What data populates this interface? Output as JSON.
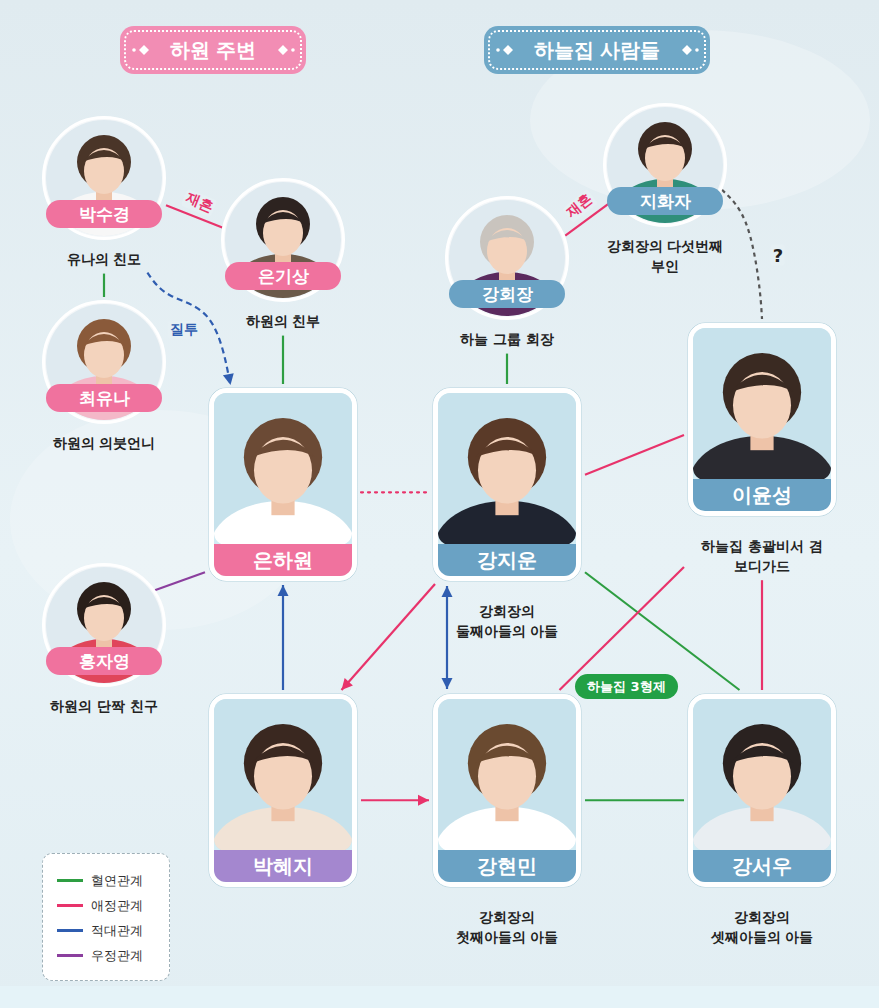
{
  "diagram": {
    "nodes": [
      {
        "text": [
          "하원 주변"
        ]
      },
      {
        "text": [
          "하늘집 사람들"
        ]
      },
      {
        "text": [
          "박수경",
          "유나의 친모"
        ]
      },
      {
        "text": [
          "지화자",
          "강회장의 다섯번째 부인"
        ]
      },
      {
        "text": [
          "은기상",
          "하원의 친부"
        ]
      },
      {
        "text": [
          "강회장",
          "하늘 그룹 회장"
        ]
      },
      {
        "text": [
          "최유나",
          "하원의 의붓언니"
        ]
      },
      {
        "text": [
          "이윤성",
          "하늘집 총괄비서 겸 보디가드"
        ]
      },
      {
        "text": [
          "은하원"
        ]
      },
      {
        "text": [
          "강지운",
          "강회장의 둘째아들의 아들"
        ]
      },
      {
        "text": [
          "홍자영",
          "하원의 단짝 친구"
        ]
      },
      {
        "text": [
          "하늘집 3형제"
        ]
      },
      {
        "text": [
          "박혜지"
        ]
      },
      {
        "text": [
          "강현민",
          "강회장의 첫째아들의 아들"
        ]
      },
      {
        "text": [
          "강서우",
          "강회장의 셋째아들의 아들"
        ]
      }
    ],
    "edges": [
      {
        "from": 2,
        "to": 4,
        "label": "재혼",
        "arrow": "none"
      },
      {
        "from": 5,
        "to": 3,
        "label": "재혼",
        "arrow": "none"
      },
      {
        "from": 2,
        "to": 6,
        "arrow": "none"
      },
      {
        "from": 2,
        "to": 8,
        "label": "질투",
        "arrow": "to"
      },
      {
        "from": 4,
        "to": 8,
        "arrow": "none"
      },
      {
        "from": 5,
        "to": 9,
        "arrow": "none"
      },
      {
        "from": 3,
        "to": 7,
        "label": "?",
        "arrow": "none"
      },
      {
        "from": 8,
        "to": 9,
        "arrow": "none"
      },
      {
        "from": 9,
        "to": 7,
        "arrow": "none"
      },
      {
        "from": 10,
        "to": 8,
        "arrow": "none"
      },
      {
        "from": 9,
        "to": 12,
        "arrow": "to"
      },
      {
        "from": 9,
        "to": 13,
        "arrow": "both"
      },
      {
        "from": 12,
        "to": 8,
        "arrow": "to"
      },
      {
        "from": 9,
        "to": 14,
        "arrow": "none"
      },
      {
        "from": 13,
        "to": 7,
        "arrow": "none"
      },
      {
        "from": 7,
        "to": 14,
        "arrow": "none"
      },
      {
        "from": 12,
        "to": 13,
        "arrow": "to"
      },
      {
        "from": 13,
        "to": 14,
        "arrow": "none"
      }
    ],
    "legend": [
      {
        "text": "혈연관계",
        "color": "#2e9e42"
      },
      {
        "text": "애정관계",
        "color": "#e8336b"
      },
      {
        "text": "적대관계",
        "color": "#2f5db0"
      },
      {
        "text": "우정관계",
        "color": "#8b3f9e"
      }
    ]
  }
}
